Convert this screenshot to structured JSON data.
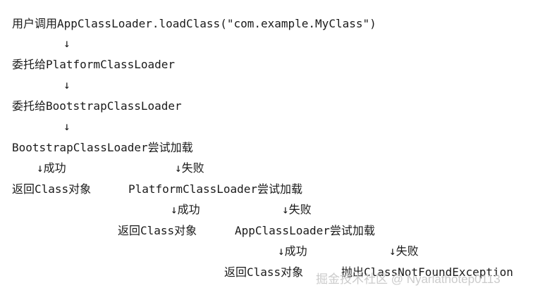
{
  "flow": {
    "line1": "用户调用AppClassLoader.loadClass(\"com.example.MyClass\")",
    "arrow1": "↓",
    "line2": "委托给PlatformClassLoader",
    "arrow2": "↓",
    "line3": "委托给BootstrapClassLoader",
    "arrow3": "↓",
    "line4": "BootstrapClassLoader尝试加载",
    "bootstrap_success": "↓成功",
    "bootstrap_fail": "↓失败",
    "bootstrap_return": "返回Class对象",
    "platform_try": "PlatformClassLoader尝试加载",
    "platform_success": "↓成功",
    "platform_fail": "↓失败",
    "platform_return": "返回Class对象",
    "app_try": "AppClassLoader尝试加载",
    "app_success": "↓成功",
    "app_fail": "↓失败",
    "app_return": "返回Class对象",
    "app_throw": "抛出ClassNotFoundException"
  },
  "watermark": "掘金技术社区 @ Nyarlathotep0113"
}
